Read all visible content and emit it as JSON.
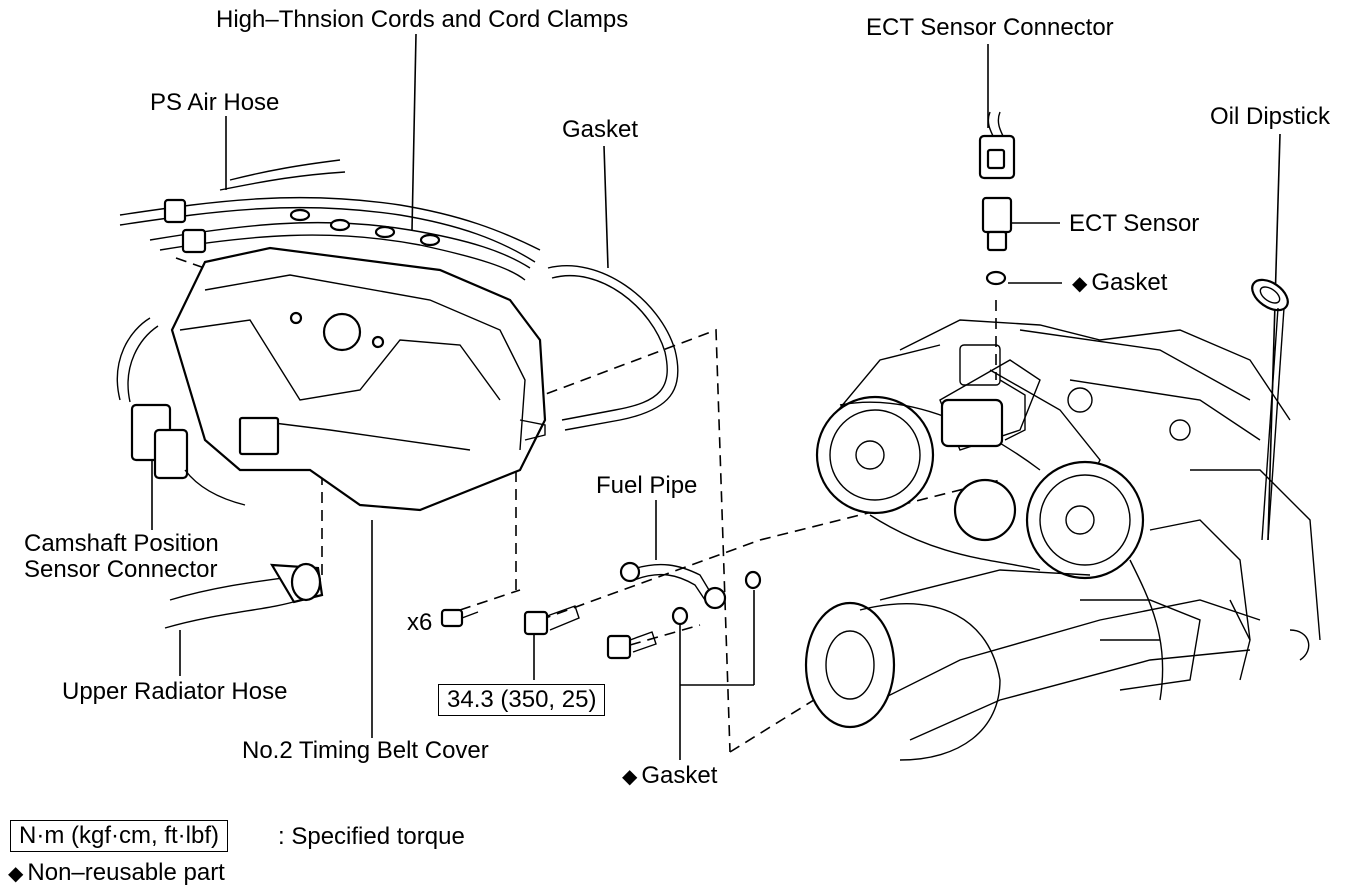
{
  "labels": {
    "high_tension": "High–Thnsion Cords and Cord Clamps",
    "ps_air_hose": "PS Air Hose",
    "gasket_top": "Gasket",
    "ect_connector": "ECT Sensor Connector",
    "ect_sensor": "ECT Sensor",
    "ect_gasket": "Gasket",
    "oil_dipstick": "Oil Dipstick",
    "camshaft_line1": "Camshaft Position",
    "camshaft_line2": "Sensor Connector",
    "fuel_pipe": "Fuel Pipe",
    "x6": "x6",
    "torque_value": "34.3 (350, 25)",
    "upper_radiator_hose": "Upper Radiator Hose",
    "timing_belt_cover": "No.2 Timing Belt Cover",
    "gasket_bottom": "Gasket"
  },
  "legend": {
    "unit_box": "N·m (kgf·cm, ft·lbf)",
    "unit_text": ": Specified torque",
    "nonreusable": "Non–reusable part"
  },
  "symbols": {
    "nonreusable_mark": "◆"
  }
}
